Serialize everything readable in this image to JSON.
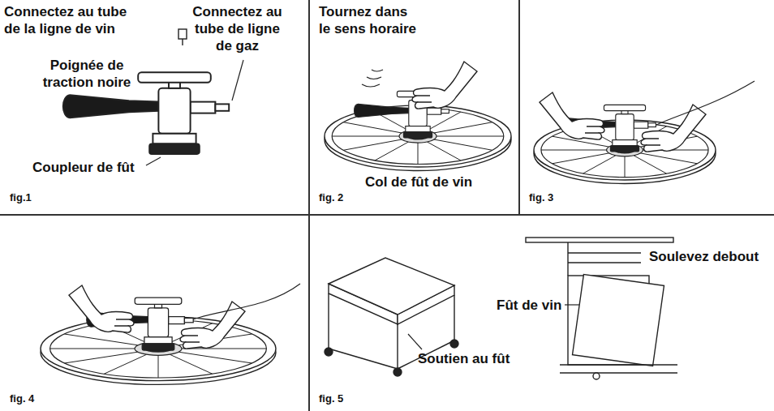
{
  "diagram": {
    "labels": [
      "Connectez au tube de la ligne de vin",
      "Connectez au tube de ligne de gaz",
      "Poignée de traction noire",
      "Coupleur de fût",
      "fig.1",
      "Tournez dans le sens horaire",
      "Col de fût de vin",
      "fig. 2",
      "fig. 3",
      "fig. 4",
      "Soulevez debout",
      "Fût de vin",
      "Soutien au fût",
      "fig. 5"
    ]
  }
}
